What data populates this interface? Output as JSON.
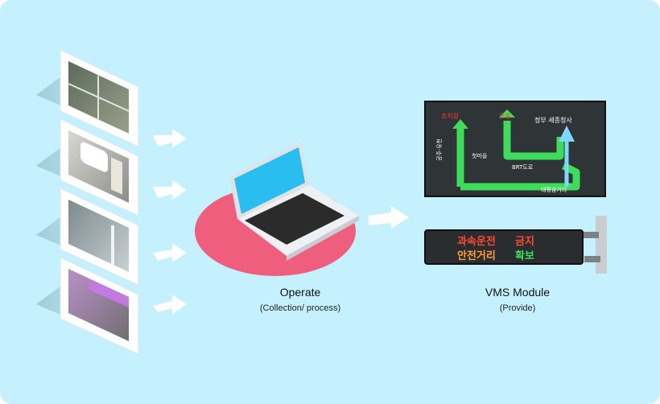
{
  "colors": {
    "background": "#c5f1ff",
    "ellipse": "#ef5e7c",
    "arrow": "#ffffff",
    "screen": "#29bdf0",
    "laptop_body": "#eef1f4",
    "keyboard": "#2b2b2b",
    "sign_board": "#2f3437",
    "sign_green": "#3ddc5a",
    "sign_red": "#ff3b30"
  },
  "operate": {
    "title": "Operate",
    "subtitle": "(Collection/ process)"
  },
  "vms": {
    "title": "VMS Module",
    "subtitle": "(Provide)"
  },
  "inputs": [
    {
      "icon": "cctv-grid-thumbnail"
    },
    {
      "icon": "vehicle-plate-thumbnail"
    },
    {
      "icon": "road-monitor-thumbnail"
    },
    {
      "icon": "highway-overlay-thumbnail"
    }
  ],
  "sign_top": {
    "labels": [
      "조치원",
      "오송",
      "정부 세종청사",
      "첫마을",
      "BRT도로",
      "대평삼거리",
      "공주·유천"
    ]
  },
  "sign_bottom": {
    "line1_a": "과속운전",
    "line1_b": "금지",
    "line2_a": "안전거리",
    "line2_b": "확보"
  }
}
